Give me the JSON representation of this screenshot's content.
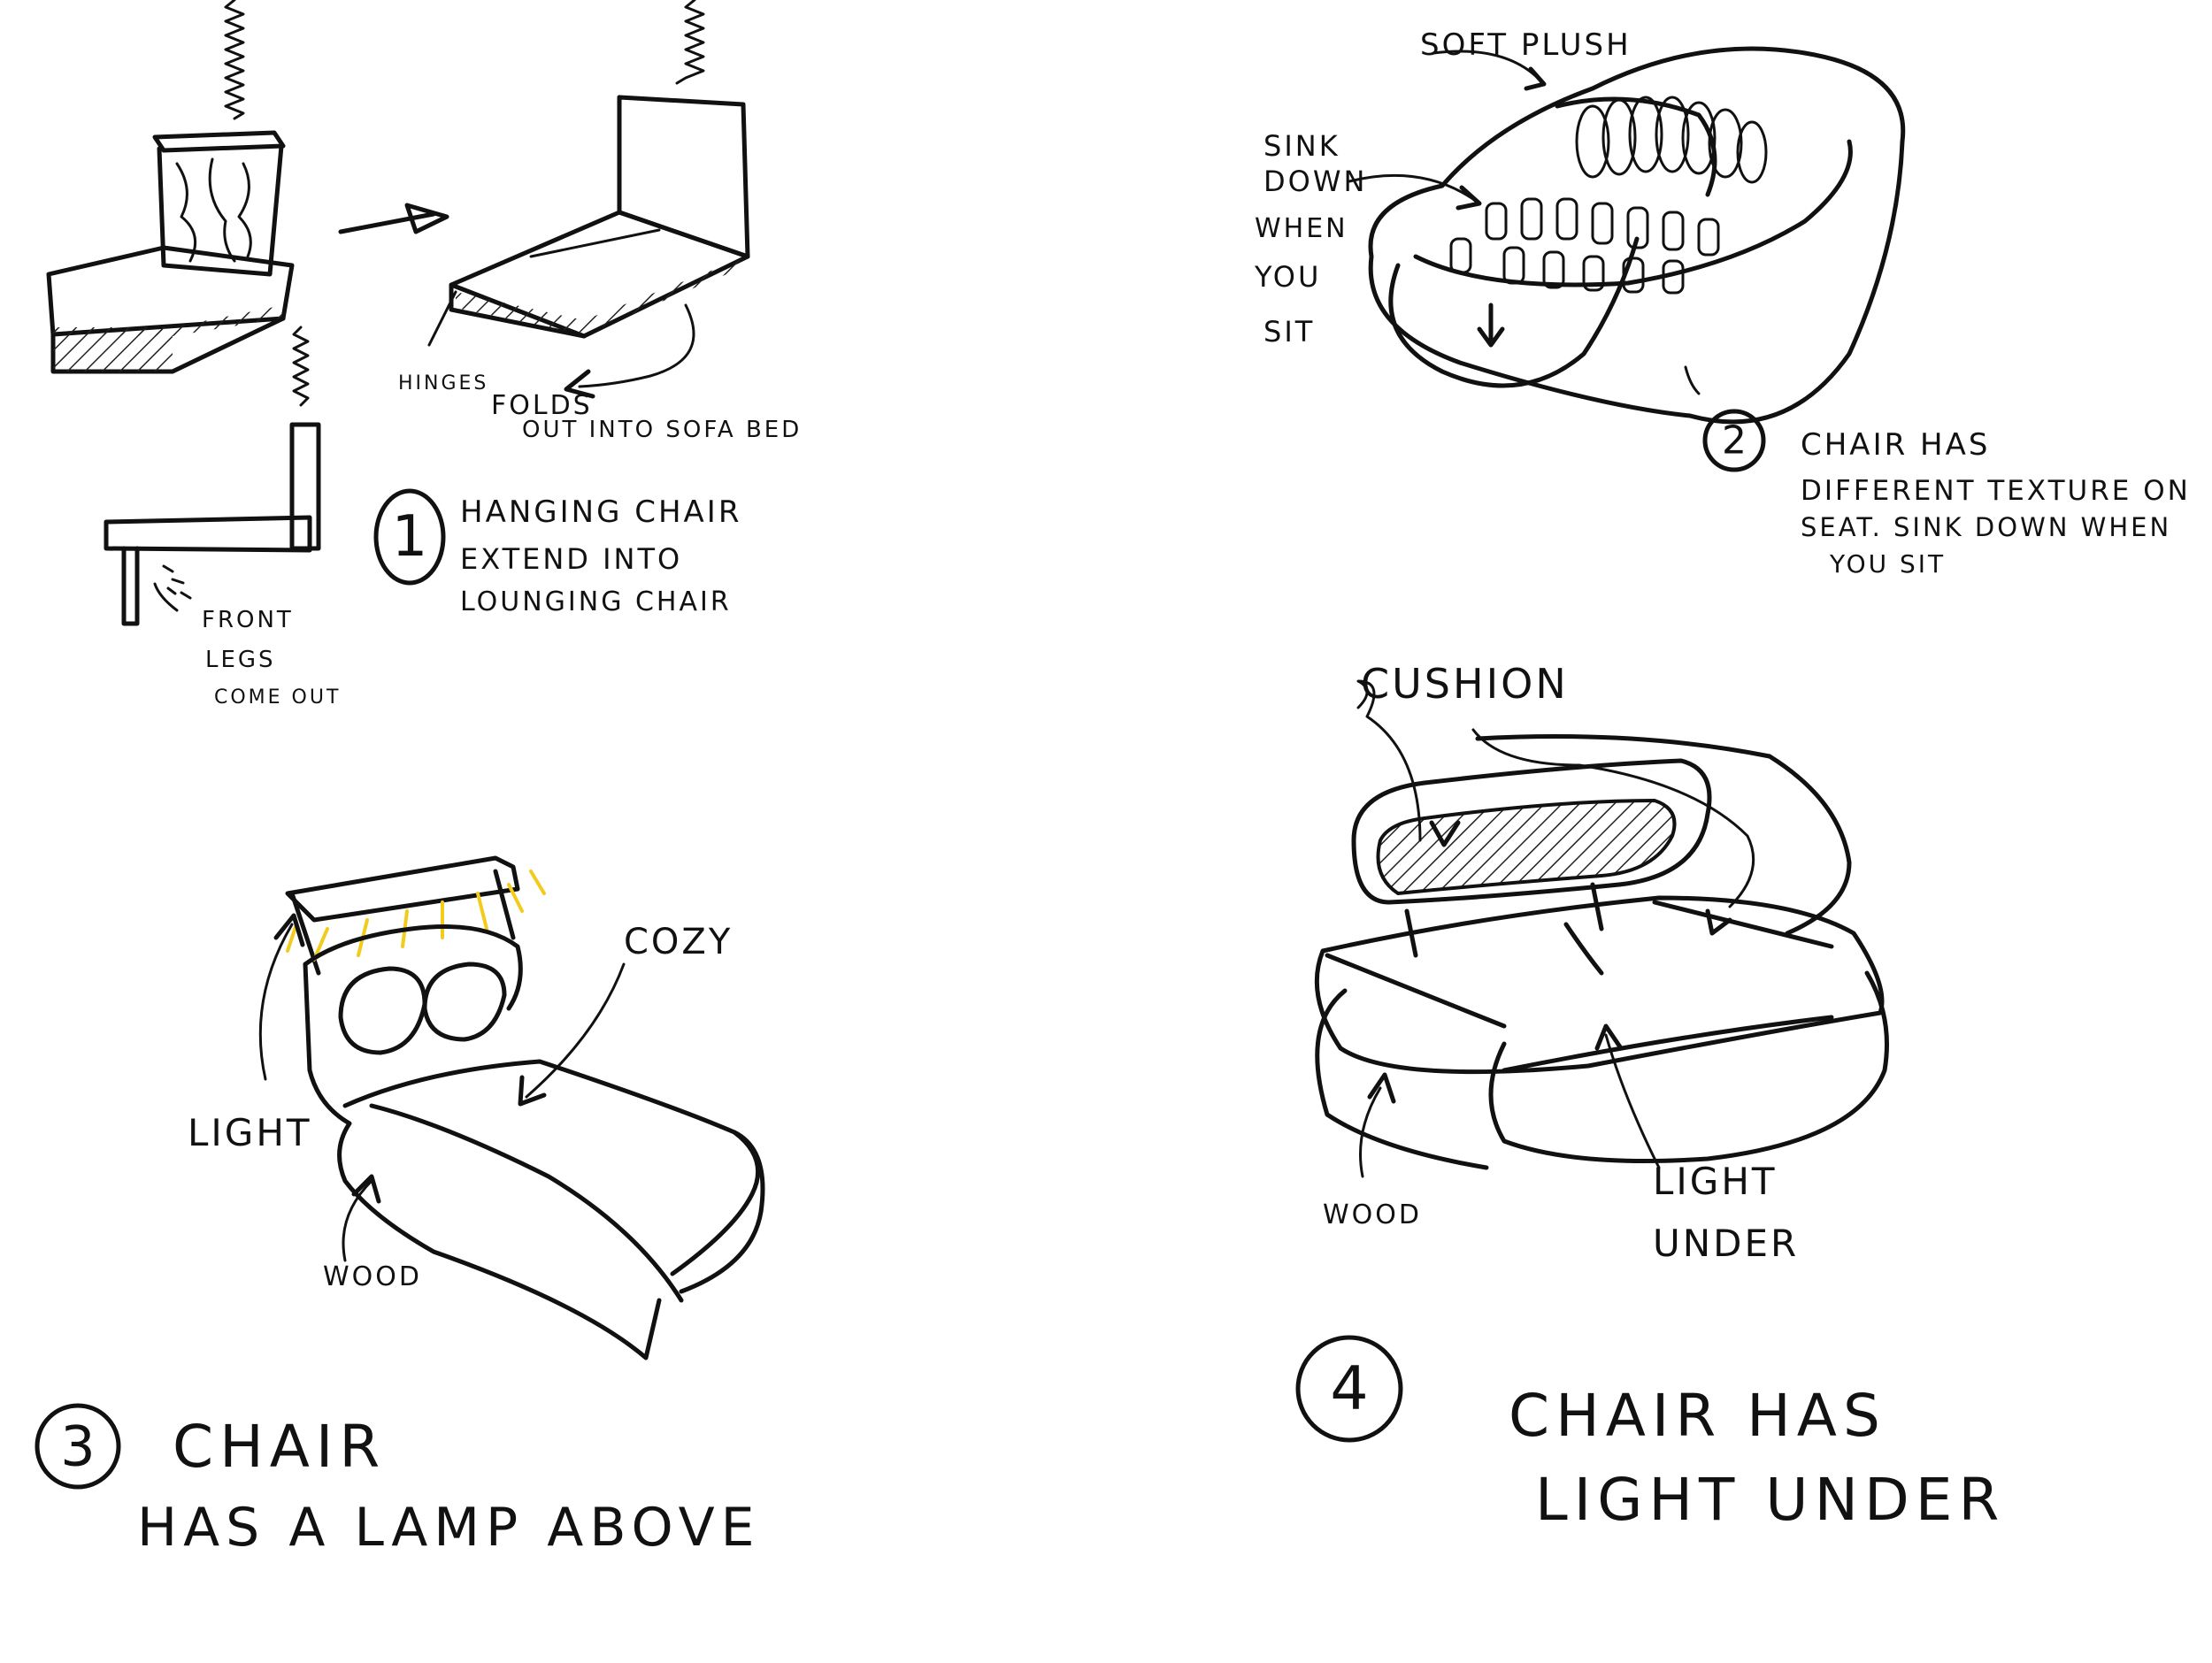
{
  "sketch1": {
    "number": "1",
    "caption": [
      "HANGING CHAIR",
      "EXTEND INTO",
      "LOUNGING CHAIR"
    ],
    "hinges_label": "HINGES",
    "folds_label": [
      "FOLDS",
      "OUT INTO SOFA BED"
    ],
    "front_legs_label": [
      "FRONT",
      "LEGS",
      "COME OUT"
    ]
  },
  "sketch2": {
    "number": "2",
    "soft_plush_label": "SOFT PLUSH",
    "sink_label": [
      "SINK",
      "DOWN",
      "WHEN",
      "YOU",
      "SIT"
    ],
    "caption": [
      "CHAIR HAS",
      "DIFFERENT TEXTURE ON",
      "SEAT. SINK DOWN WHEN",
      "YOU SIT"
    ]
  },
  "sketch3": {
    "number": "3",
    "cozy_label": "COZY",
    "light_label": "LIGHT",
    "wood_label": "WOOD",
    "caption": [
      "CHAIR",
      "HAS A LAMP ABOVE"
    ],
    "glow_color": "#f2cc1c"
  },
  "sketch4": {
    "number": "4",
    "cushion_label": "CUSHION",
    "wood_label": "WOOD",
    "light_under_label": [
      "LIGHT",
      "UNDER"
    ],
    "caption": [
      "CHAIR HAS",
      "LIGHT UNDER"
    ]
  }
}
